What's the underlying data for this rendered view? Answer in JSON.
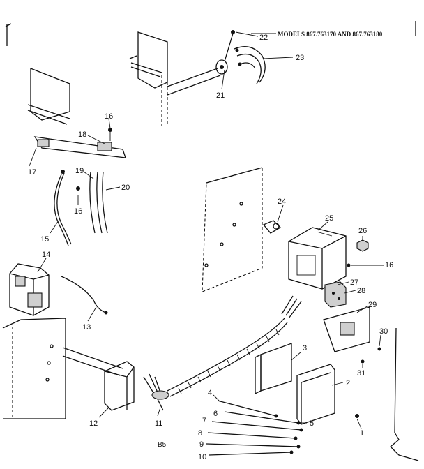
{
  "diagram": {
    "models_text": "MODELS 867.763170 AND 867.763180",
    "page_code": "B5",
    "callouts": [
      "1",
      "2",
      "3",
      "4",
      "5",
      "6",
      "7",
      "8",
      "9",
      "10",
      "11",
      "12",
      "13",
      "14",
      "15",
      "16",
      "16",
      "16",
      "17",
      "18",
      "19",
      "20",
      "21",
      "22",
      "23",
      "24",
      "25",
      "26",
      "27",
      "28",
      "29",
      "30",
      "31"
    ]
  }
}
